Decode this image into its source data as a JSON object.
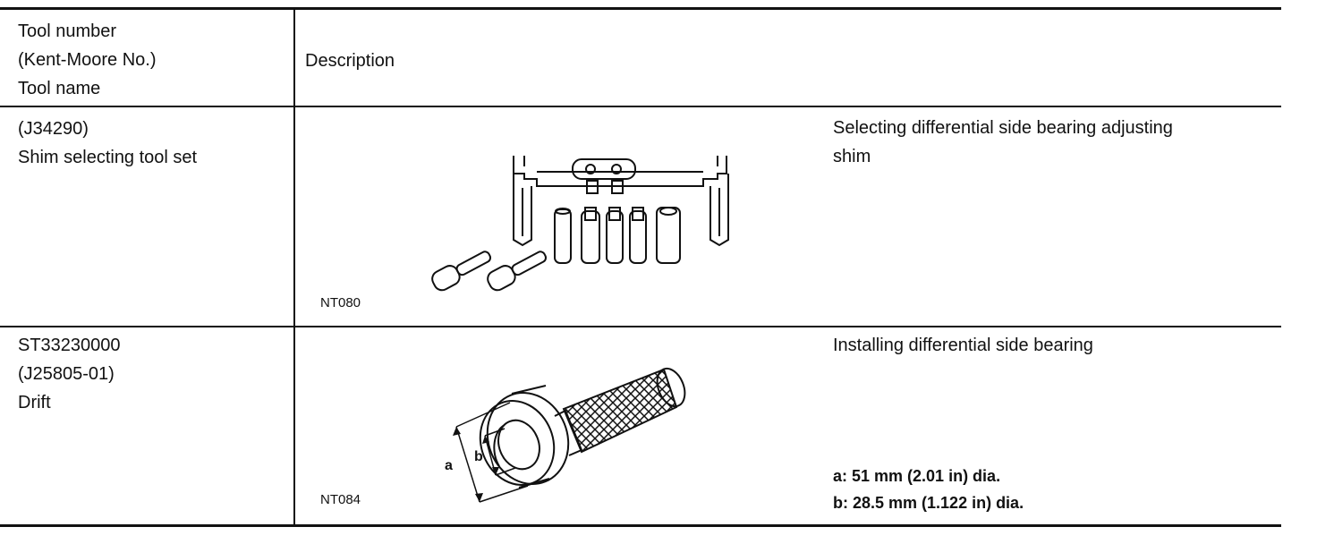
{
  "header": {
    "col1_lines": [
      "Tool number",
      "(Kent-Moore No.)",
      "Tool name"
    ],
    "col2": "Description"
  },
  "rows": [
    {
      "id_lines": [
        "(J34290)",
        "Shim selecting tool set"
      ],
      "image_code": "NT080",
      "description_lines": [
        "Selecting differential side bearing adjusting",
        "shim"
      ]
    },
    {
      "id_lines": [
        "ST33230000",
        "(J25805-01)",
        "Drift"
      ],
      "image_code": "NT084",
      "description_lines": [
        "Installing differential side bearing"
      ],
      "dim_labels": {
        "a": "a",
        "b": "b"
      },
      "specs": [
        "a: 51 mm (2.01 in) dia.",
        "b: 28.5 mm (1.122 in) dia."
      ]
    }
  ]
}
